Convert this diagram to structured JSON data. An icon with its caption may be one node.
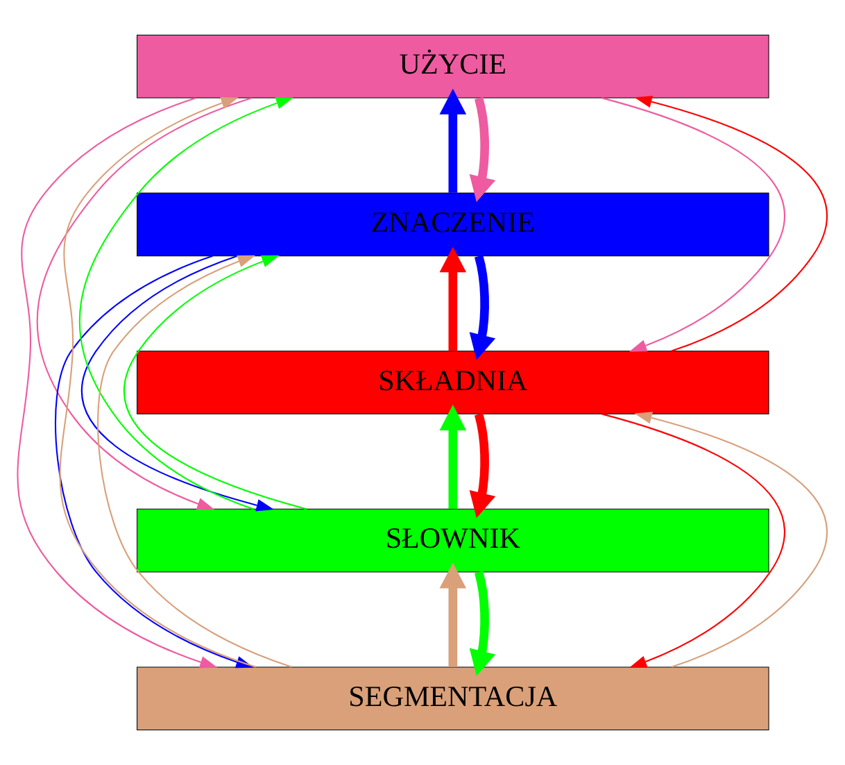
{
  "diagram": {
    "nodes": [
      {
        "text": [
          "UŻYCIE"
        ]
      },
      {
        "text": [
          "ZNACZENIE"
        ]
      },
      {
        "text": [
          "SKŁADNIA"
        ]
      },
      {
        "text": [
          "SŁOWNIK"
        ]
      },
      {
        "text": [
          "SEGMENTACJA"
        ]
      }
    ],
    "edges": [
      {
        "from": 1,
        "to": 0,
        "arrow": "to",
        "style": "thick",
        "color": "#0000ff"
      },
      {
        "from": 0,
        "to": 1,
        "arrow": "to",
        "style": "thick",
        "color": "#ee5ba0"
      },
      {
        "from": 2,
        "to": 1,
        "arrow": "to",
        "style": "thick",
        "color": "#ff0000"
      },
      {
        "from": 1,
        "to": 2,
        "arrow": "to",
        "style": "thick",
        "color": "#0000ff"
      },
      {
        "from": 3,
        "to": 2,
        "arrow": "to",
        "style": "thick",
        "color": "#00ff00"
      },
      {
        "from": 2,
        "to": 3,
        "arrow": "to",
        "style": "thick",
        "color": "#ff0000"
      },
      {
        "from": 4,
        "to": 3,
        "arrow": "to",
        "style": "thick",
        "color": "#d9a07a"
      },
      {
        "from": 3,
        "to": 4,
        "arrow": "to",
        "style": "thick",
        "color": "#00ff00"
      },
      {
        "from": 4,
        "to": 0,
        "arrow": "to",
        "color": "#d9a07a"
      },
      {
        "from": 4,
        "to": 1,
        "arrow": "to",
        "color": "#d9a07a"
      },
      {
        "from": 4,
        "to": 2,
        "arrow": "to",
        "color": "#d9a07a"
      },
      {
        "from": 3,
        "to": 0,
        "arrow": "to",
        "color": "#00ff00"
      },
      {
        "from": 3,
        "to": 1,
        "arrow": "to",
        "color": "#00ff00"
      },
      {
        "from": 2,
        "to": 0,
        "arrow": "to",
        "color": "#ff0000"
      },
      {
        "from": 0,
        "to": 2,
        "arrow": "to",
        "color": "#ee5ba0"
      },
      {
        "from": 0,
        "to": 3,
        "arrow": "to",
        "color": "#ee5ba0"
      },
      {
        "from": 0,
        "to": 4,
        "arrow": "to",
        "color": "#ee5ba0"
      },
      {
        "from": 1,
        "to": 3,
        "arrow": "to",
        "color": "#0000ff"
      },
      {
        "from": 1,
        "to": 4,
        "arrow": "to",
        "color": "#0000ff"
      },
      {
        "from": 2,
        "to": 4,
        "arrow": "to",
        "color": "#ff0000"
      }
    ]
  }
}
